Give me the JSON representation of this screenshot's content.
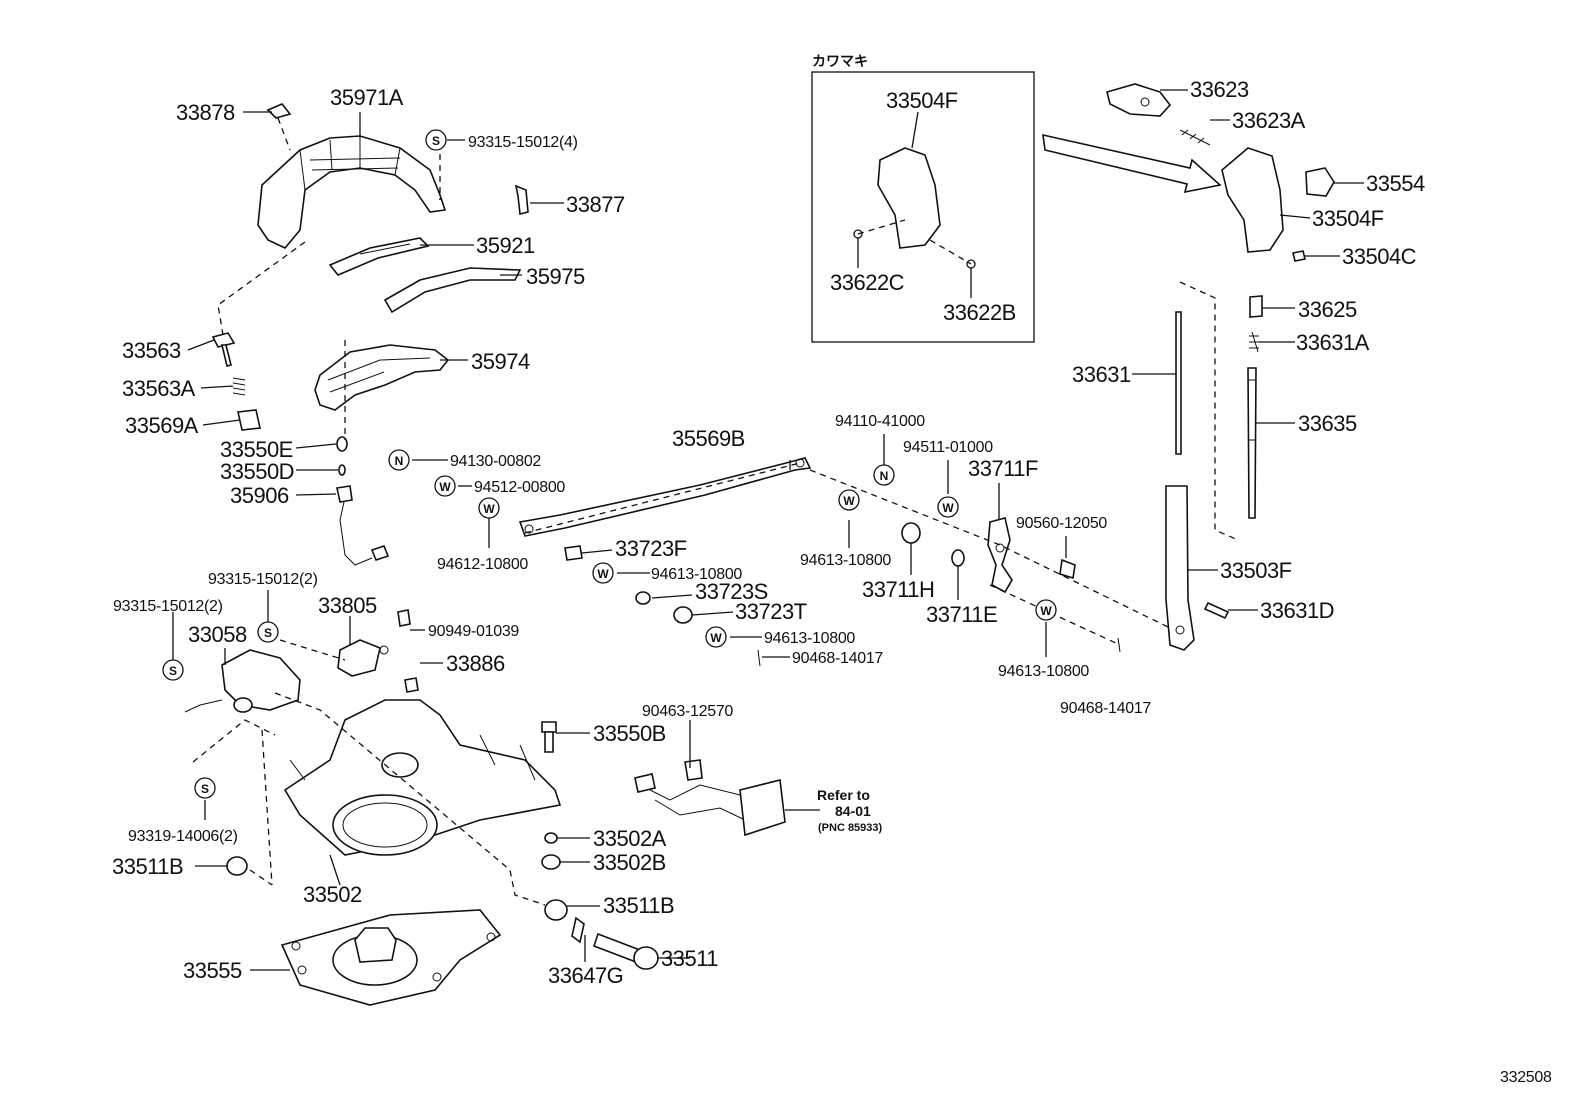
{
  "labels": {
    "p33878": "33878",
    "p35971A": "35971A",
    "p93315_15012_4": "93315-15012(4)",
    "p33877": "33877",
    "p35921": "35921",
    "p35975": "35975",
    "p33563": "33563",
    "p33563A": "33563A",
    "p35974": "35974",
    "p33569A": "33569A",
    "p33550E": "33550E",
    "p33550D": "33550D",
    "p35906": "35906",
    "p94130_00802": "94130-00802",
    "p94512_00800": "94512-00800",
    "p94612_10800": "94612-10800",
    "p35569B": "35569B",
    "p33723F": "33723F",
    "p94613_10800_a": "94613-10800",
    "p33723S": "33723S",
    "p33723T": "33723T",
    "p94613_10800_b": "94613-10800",
    "p90468_14017_a": "90468-14017",
    "p94613_10800_c": "94613-10800",
    "p33711H": "33711H",
    "p94110_41000": "94110-41000",
    "p94511_01000": "94511-01000",
    "p33711F": "33711F",
    "p90560_12050": "90560-12050",
    "p33711E": "33711E",
    "p94613_10800_d": "94613-10800",
    "p90468_14017_b": "90468-14017",
    "p93315_15012_2a": "93315-15012(2)",
    "p93315_15012_2b": "93315-15012(2)",
    "p33805": "33805",
    "p33058": "33058",
    "p90949_01039": "90949-01039",
    "p33886": "33886",
    "p33550B": "33550B",
    "p93319_14006_2": "93319-14006(2)",
    "p33511B_a": "33511B",
    "p33502": "33502",
    "p33502A": "33502A",
    "p33502B": "33502B",
    "p33511B_b": "33511B",
    "p33647G": "33647G",
    "p33511": "33511",
    "p33555": "33555",
    "p90463_12570": "90463-12570",
    "p33504F_a": "33504F",
    "p33622C": "33622C",
    "p33622B": "33622B",
    "p33623": "33623",
    "p33623A": "33623A",
    "p33554": "33554",
    "p33504F_b": "33504F",
    "p33504C": "33504C",
    "p33625": "33625",
    "p33631A": "33631A",
    "p33631": "33631",
    "p33635": "33635",
    "p33503F": "33503F",
    "p33631D": "33631D"
  },
  "inset_title": "カワマキ",
  "refer": {
    "line1": "Refer to",
    "line2": "84-01",
    "line3": "(PNC 85933)"
  },
  "symbols": {
    "s": "S",
    "w": "W",
    "n": "N"
  },
  "diagram_id": "332508"
}
